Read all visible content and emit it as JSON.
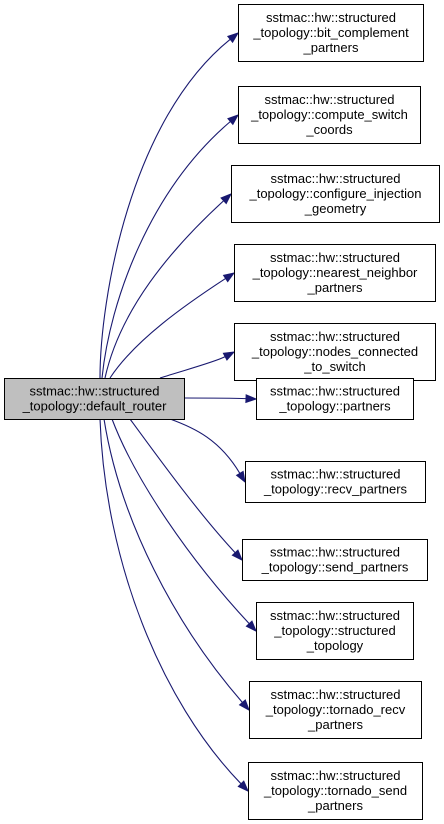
{
  "colors": {
    "edge": "#191970",
    "root_fill": "#bfbfbf",
    "node_fill": "#ffffff",
    "node_border": "#000000"
  },
  "root": {
    "id": "default_router",
    "lines": [
      "sstmac::hw::structured",
      "_topology::default_router"
    ]
  },
  "nodes": [
    {
      "id": "bit_complement_partners",
      "lines": [
        "sstmac::hw::structured",
        "_topology::bit_complement",
        "_partners"
      ]
    },
    {
      "id": "compute_switch_coords",
      "lines": [
        "sstmac::hw::structured",
        "_topology::compute_switch",
        "_coords"
      ]
    },
    {
      "id": "configure_injection_geometry",
      "lines": [
        "sstmac::hw::structured",
        "_topology::configure_injection",
        "_geometry"
      ]
    },
    {
      "id": "nearest_neighbor_partners",
      "lines": [
        "sstmac::hw::structured",
        "_topology::nearest_neighbor",
        "_partners"
      ]
    },
    {
      "id": "nodes_connected_to_switch",
      "lines": [
        "sstmac::hw::structured",
        "_topology::nodes_connected",
        "_to_switch"
      ]
    },
    {
      "id": "partners",
      "lines": [
        "sstmac::hw::structured",
        "_topology::partners"
      ]
    },
    {
      "id": "recv_partners",
      "lines": [
        "sstmac::hw::structured",
        "_topology::recv_partners"
      ]
    },
    {
      "id": "send_partners",
      "lines": [
        "sstmac::hw::structured",
        "_topology::send_partners"
      ]
    },
    {
      "id": "structured_topology",
      "lines": [
        "sstmac::hw::structured",
        "_topology::structured",
        "_topology"
      ]
    },
    {
      "id": "tornado_recv_partners",
      "lines": [
        "sstmac::hw::structured",
        "_topology::tornado_recv",
        "_partners"
      ]
    },
    {
      "id": "tornado_send_partners",
      "lines": [
        "sstmac::hw::structured",
        "_topology::tornado_send",
        "_partners"
      ]
    }
  ],
  "edges": [
    {
      "from": "default_router",
      "to": "bit_complement_partners"
    },
    {
      "from": "default_router",
      "to": "compute_switch_coords"
    },
    {
      "from": "default_router",
      "to": "configure_injection_geometry"
    },
    {
      "from": "default_router",
      "to": "nearest_neighbor_partners"
    },
    {
      "from": "default_router",
      "to": "nodes_connected_to_switch"
    },
    {
      "from": "default_router",
      "to": "partners"
    },
    {
      "from": "default_router",
      "to": "recv_partners"
    },
    {
      "from": "default_router",
      "to": "send_partners"
    },
    {
      "from": "default_router",
      "to": "structured_topology"
    },
    {
      "from": "default_router",
      "to": "tornado_recv_partners"
    },
    {
      "from": "default_router",
      "to": "tornado_send_partners"
    }
  ]
}
